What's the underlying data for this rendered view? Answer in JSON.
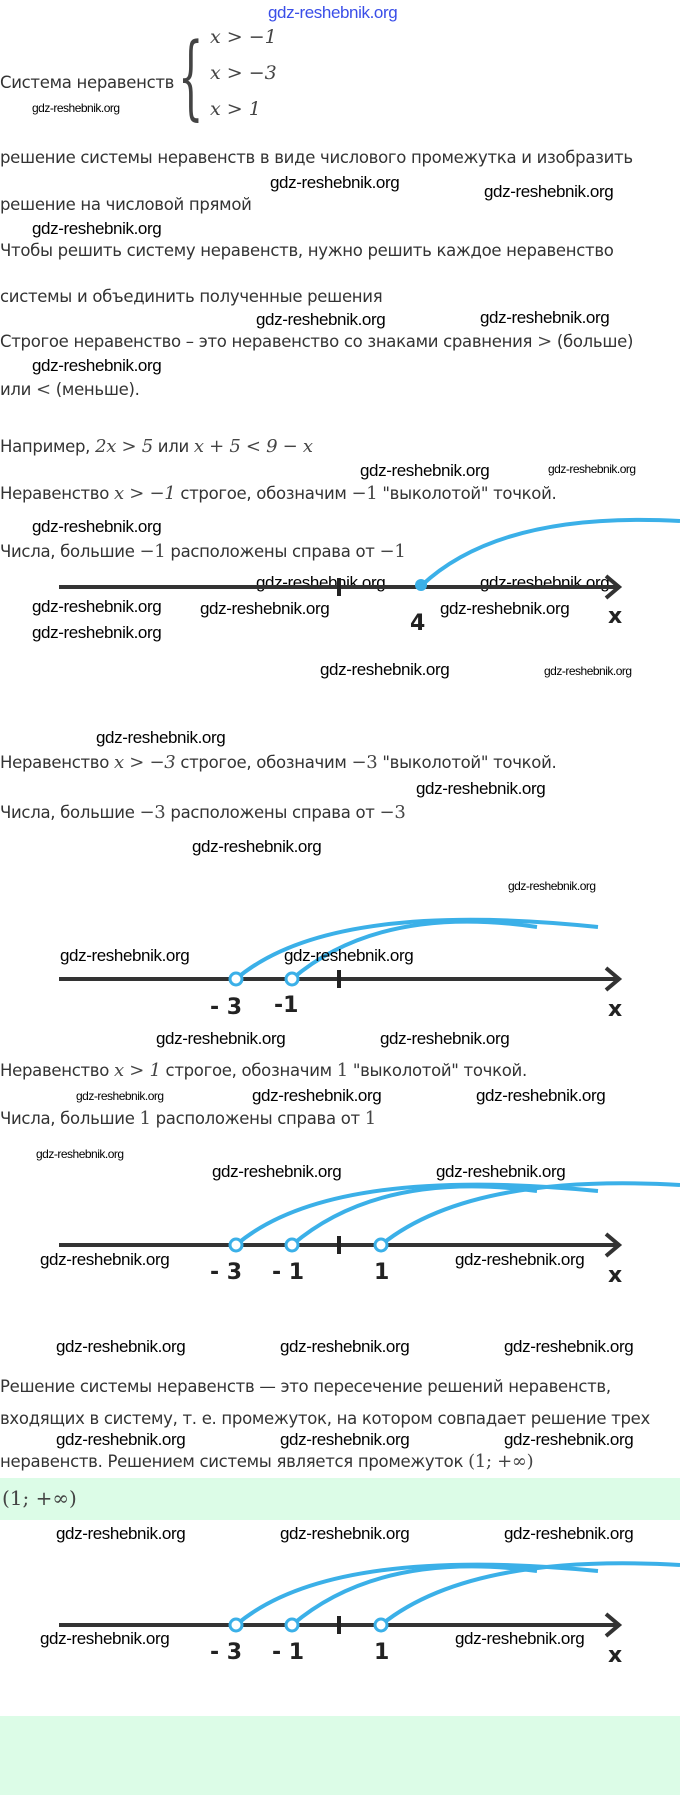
{
  "watermark": "gdz-reshebnik.org",
  "intro": {
    "label": "Система неравенств",
    "system": [
      "x > −1",
      "x > −3",
      "x > 1"
    ]
  },
  "task": [
    "решение системы неравенств в виде числового промежутка и изобразить",
    "решение на числовой прямой"
  ],
  "method": [
    "Чтобы решить систему неравенств, нужно решить каждое неравенство",
    "системы и объединить полученные решения"
  ],
  "strict": {
    "l1a": "Строгое неравенство – это неравенство со знаками сравнения ",
    "gt": ">",
    "l1b": " (больше)",
    "l2a": "или ",
    "lt": "<",
    "l2b": " (меньше)."
  },
  "example": {
    "a": "Например, ",
    "m1": "2x > 5",
    "b": " или ",
    "m2": "x + 5 < 9 − x"
  },
  "steps": [
    {
      "a": "Неравенство ",
      "m": "x > −1",
      "b": " строгое, обозначим ",
      "v": "−1",
      "c": " \"выколотой\" точкой.",
      "d": "Числа, большие ",
      "e": " расположены справа от "
    },
    {
      "a": "Неравенство ",
      "m": "x > −3",
      "b": " строгое, обозначим ",
      "v": "−3",
      "c": " \"выколотой\" точкой.",
      "d": "Числа, большие ",
      "e": " расположены справа от "
    },
    {
      "a": "Неравенство ",
      "m": "x > 1",
      "b": " строгое, обозначим ",
      "v": "1",
      "c": " \"выколотой\" точкой.",
      "d": "Числа, большие ",
      "e": " расположены справа от "
    }
  ],
  "lines": {
    "l1": {
      "labels": [
        "4"
      ],
      "axis": "x"
    },
    "l2": {
      "labels": [
        "- 3",
        "-1"
      ],
      "axis": "x"
    },
    "l3": {
      "labels": [
        "- 3",
        "- 1",
        "1"
      ],
      "axis": "x"
    },
    "l4": {
      "labels": [
        "- 3",
        "- 1",
        "1"
      ],
      "axis": "x"
    }
  },
  "conclusion": [
    "Решение системы неравенств — это пересечение решений неравенств,",
    "входящих в систему, т. е. промежуток, на котором совпадает решение трех",
    "неравенств. Решением системы является промежуток "
  ],
  "answer": "(1; +∞)",
  "colors": {
    "accent": "#3bb0e8",
    "answer_bg": "#dcfce7"
  }
}
